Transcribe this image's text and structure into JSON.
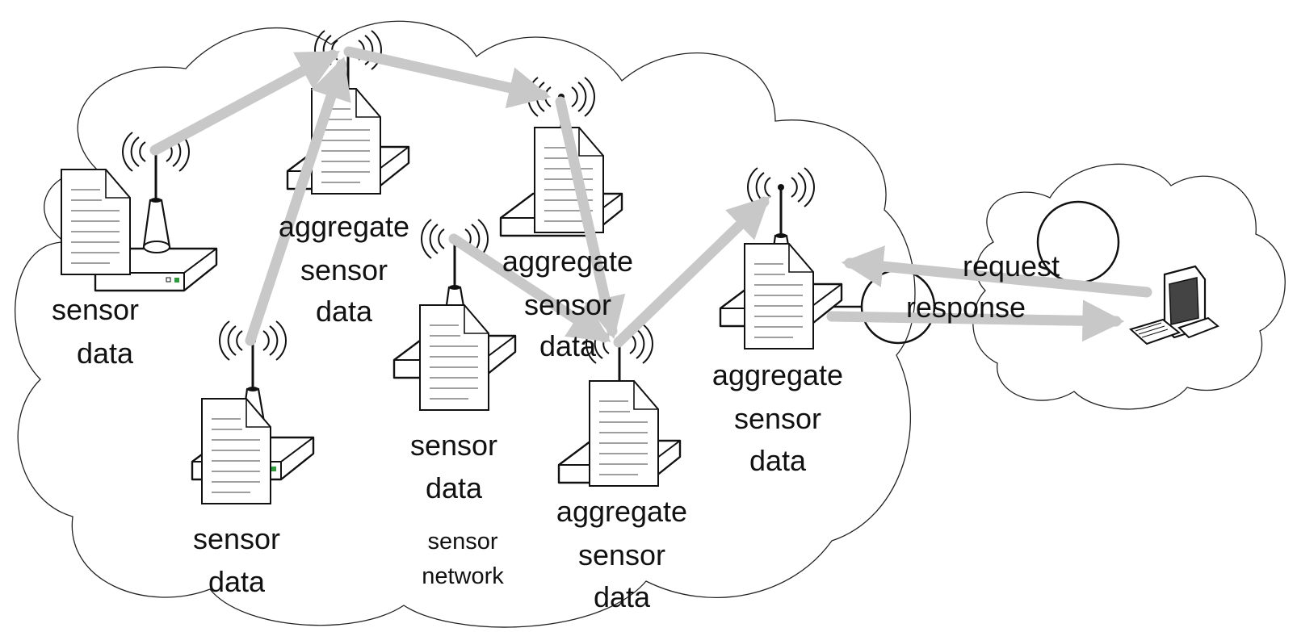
{
  "colors": {
    "arrow": "#c8c8c8",
    "outline": "#111111",
    "background": "#ffffff",
    "led": "#2e9b3a"
  },
  "nodes": [
    {
      "id": "n1",
      "kind": "sensor",
      "label": [
        "sensor",
        "data"
      ],
      "icons": [
        "wireless-node-icon",
        "document-icon"
      ]
    },
    {
      "id": "n2",
      "kind": "aggregate",
      "label": [
        "aggregate",
        "sensor",
        "data"
      ],
      "icons": [
        "wireless-node-icon",
        "document-icon"
      ]
    },
    {
      "id": "n3",
      "kind": "sensor",
      "label": [
        "sensor",
        "data"
      ],
      "icons": [
        "wireless-node-icon",
        "document-icon"
      ]
    },
    {
      "id": "n4",
      "kind": "aggregate",
      "label": [
        "aggregate",
        "sensor",
        "data"
      ],
      "icons": [
        "wireless-node-icon",
        "document-icon"
      ]
    },
    {
      "id": "n5",
      "kind": "sensor",
      "label": [
        "sensor",
        "data"
      ],
      "icons": [
        "wireless-node-icon",
        "document-icon"
      ]
    },
    {
      "id": "n6",
      "kind": "aggregate",
      "label": [
        "aggregate",
        "sensor",
        "data"
      ],
      "icons": [
        "wireless-node-icon",
        "document-icon"
      ]
    },
    {
      "id": "n7",
      "kind": "aggregate",
      "label": [
        "aggregate",
        "sensor",
        "data"
      ],
      "icons": [
        "wireless-node-icon",
        "document-icon"
      ]
    }
  ],
  "edges": [
    {
      "from": "n1",
      "to": "n2"
    },
    {
      "from": "n3",
      "to": "n2"
    },
    {
      "from": "n2",
      "to": "n4"
    },
    {
      "from": "n4",
      "to": "n6"
    },
    {
      "from": "n5",
      "to": "n6"
    },
    {
      "from": "n6",
      "to": "n7"
    }
  ],
  "network_label": [
    "sensor",
    "network"
  ],
  "client": {
    "icon": "desktop-computer-icon"
  },
  "links": {
    "request": {
      "label": "request",
      "direction": "client-to-aggregate"
    },
    "response": {
      "label": "response",
      "direction": "aggregate-to-client"
    }
  }
}
